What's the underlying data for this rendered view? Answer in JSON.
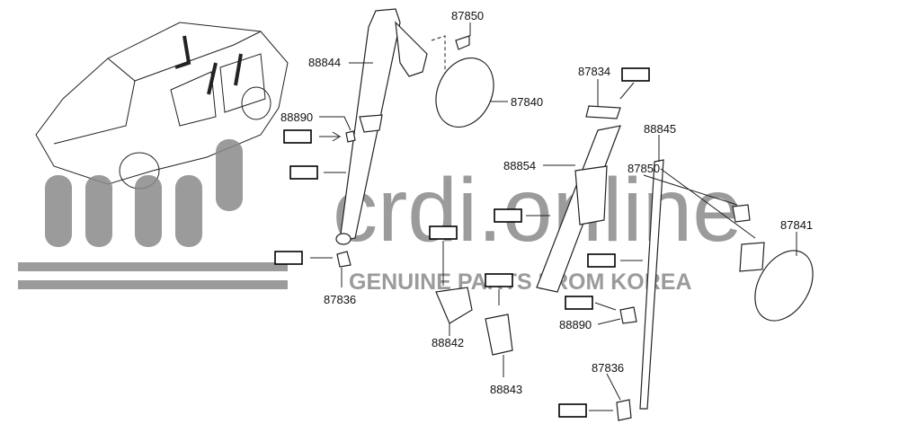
{
  "watermark": {
    "brand": "crdi.online",
    "tagline": "GENUINE PARTS FROM KOREA"
  },
  "part_labels": [
    "87850",
    "88844",
    "87840",
    "87834",
    "88890",
    "88845",
    "88854",
    "87850",
    "87841",
    "87836",
    "88842",
    "88890",
    "87836",
    "88843"
  ]
}
